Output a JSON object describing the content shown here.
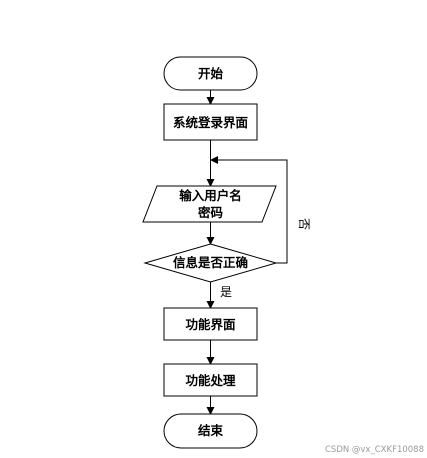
{
  "flowchart": {
    "nodes": {
      "start": "开始",
      "login_screen": "系统登录界面",
      "input_line1": "输入用户名",
      "input_line2": "密码",
      "check": "信息是否正确",
      "function_screen": "功能界面",
      "function_process": "功能处理",
      "end": "结束"
    },
    "edges": {
      "yes_label": "是",
      "no_label": "否"
    }
  },
  "watermark": "CSDN @vx_CXKF10088"
}
